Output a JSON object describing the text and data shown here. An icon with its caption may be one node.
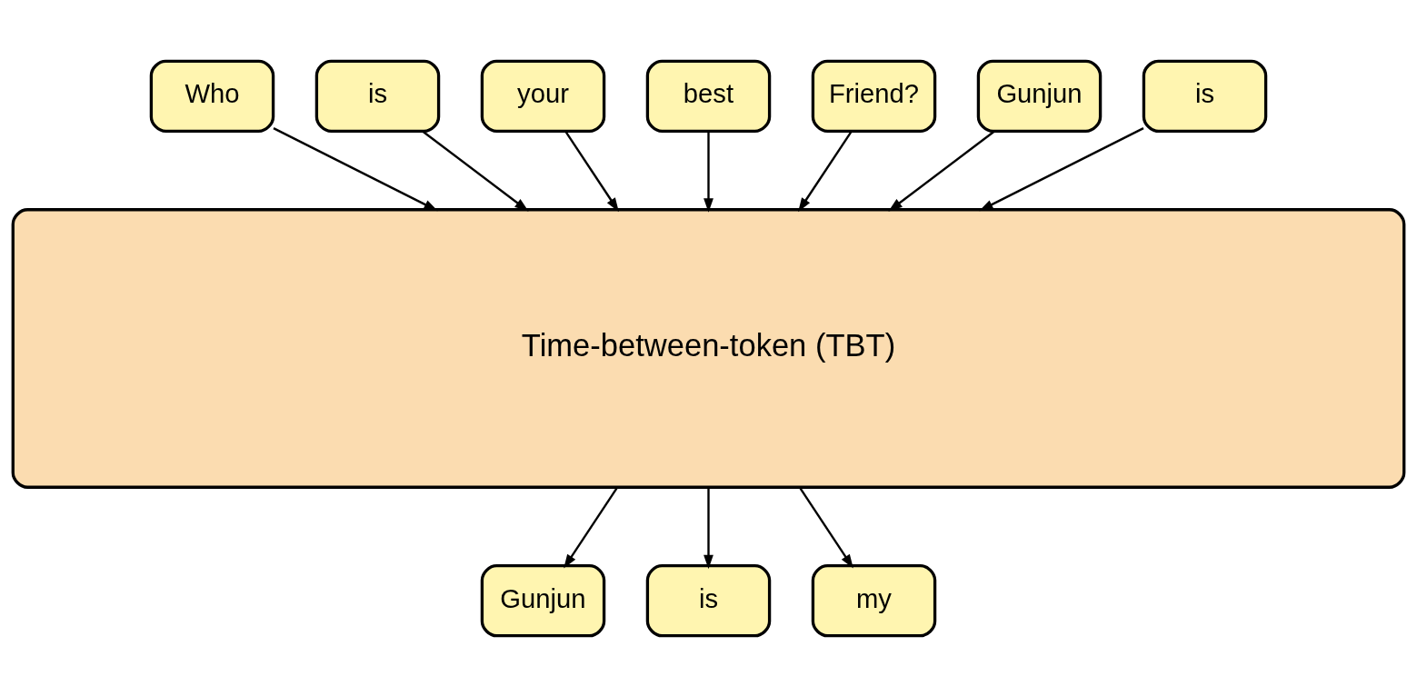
{
  "diagram": {
    "nodes": [
      {
        "text": [
          "Who"
        ]
      },
      {
        "text": [
          "is"
        ]
      },
      {
        "text": [
          "your"
        ]
      },
      {
        "text": [
          "best"
        ]
      },
      {
        "text": [
          "Friend?"
        ]
      },
      {
        "text": [
          "Gunjun"
        ]
      },
      {
        "text": [
          "is"
        ]
      },
      {
        "text": [
          "Time-between-token (TBT)"
        ]
      },
      {
        "text": [
          "Gunjun"
        ]
      },
      {
        "text": [
          "is"
        ]
      },
      {
        "text": [
          "my"
        ]
      }
    ],
    "edges": [
      {
        "from": 0,
        "to": 7,
        "arrow": "to"
      },
      {
        "from": 1,
        "to": 7,
        "arrow": "to"
      },
      {
        "from": 2,
        "to": 7,
        "arrow": "to"
      },
      {
        "from": 3,
        "to": 7,
        "arrow": "to"
      },
      {
        "from": 4,
        "to": 7,
        "arrow": "to"
      },
      {
        "from": 5,
        "to": 7,
        "arrow": "to"
      },
      {
        "from": 6,
        "to": 7,
        "arrow": "to"
      },
      {
        "from": 7,
        "to": 8,
        "arrow": "to"
      },
      {
        "from": 7,
        "to": 9,
        "arrow": "to"
      },
      {
        "from": 7,
        "to": 10,
        "arrow": "to"
      }
    ]
  }
}
